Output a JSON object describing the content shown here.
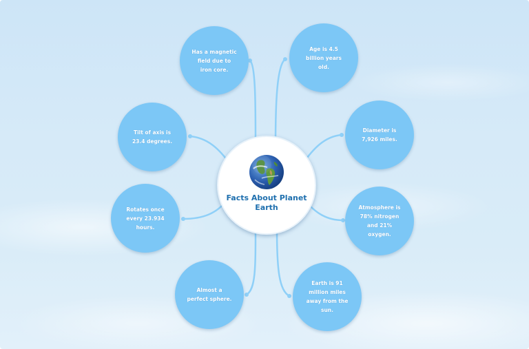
{
  "central_topic": {
    "title": "Facts About Planet Earth",
    "image": "earth-globe"
  },
  "facts": [
    "Has a magnetic field due to iron core.",
    "Age is 4.5 billion years old.",
    "Tilt of axis is 23.4 degrees.",
    "Diameter is 7,926 miles.",
    "Rotates once every 23.934 hours.",
    "Atmosphere is 78% nitrogen and 21% oxygen.",
    "Almost a perfect sphere.",
    "Earth is 91 million miles away from the sun."
  ],
  "colors": {
    "bubble": "#7cc7f6",
    "connector": "#8fd0f8",
    "title_text": "#1e6fae",
    "center_fill": "#ffffff"
  }
}
